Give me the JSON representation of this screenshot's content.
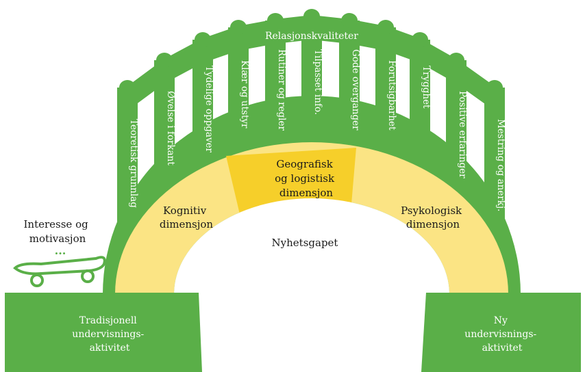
{
  "colors": {
    "green": "#5aaf48",
    "light_yellow": "#fbe484",
    "gold": "#f6cf2a",
    "white": "#ffffff",
    "text_dark": "#1a1a1a"
  },
  "top_label": "Relasjonskvaliteter",
  "pillars": [
    "Teoretisk grunnlag",
    "Øvelse i forkant",
    "Tydelige oppgaver",
    "Klær og utstyr",
    "Rutiner og regler",
    "Tilpasset info.",
    "Gode overganger",
    "Forutsigbarhet",
    "Trygghet",
    "Positive erfaringer",
    "Mestring og anerkj."
  ],
  "dimensions": {
    "cognitive": [
      "Kognitiv",
      "dimensjon"
    ],
    "geographic": [
      "Geografisk",
      "og logistisk",
      "dimensjon"
    ],
    "psychological": [
      "Psykologisk",
      "dimensjon"
    ]
  },
  "gap_label": "Nyhetsgapet",
  "interest": [
    "Interesse og",
    "motivasjon"
  ],
  "interest_dots": "...",
  "left_block": [
    "Tradisjonell",
    "undervisnings-",
    "aktivitet"
  ],
  "right_block": [
    "Ny",
    "undervisnings-",
    "aktivitet"
  ],
  "icons": [
    "skateboard-icon"
  ]
}
